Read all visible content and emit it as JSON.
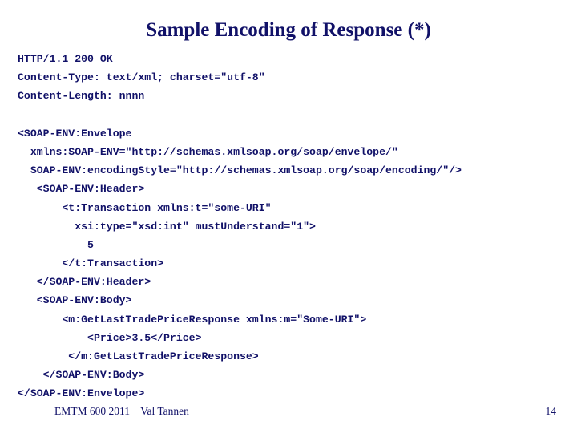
{
  "slide": {
    "title": "Sample Encoding of Response (*)",
    "code_lines": [
      "HTTP/1.1 200 OK",
      "Content-Type: text/xml; charset=\"utf-8\"",
      "Content-Length: nnnn",
      "",
      "<SOAP-ENV:Envelope",
      "  xmlns:SOAP-ENV=\"http://schemas.xmlsoap.org/soap/envelope/\"",
      "  SOAP-ENV:encodingStyle=\"http://schemas.xmlsoap.org/soap/encoding/\"/>",
      "   <SOAP-ENV:Header>",
      "       <t:Transaction xmlns:t=\"some-URI\"",
      "         xsi:type=\"xsd:int\" mustUnderstand=\"1\">",
      "           5",
      "       </t:Transaction>",
      "   </SOAP-ENV:Header>",
      "   <SOAP-ENV:Body>",
      "       <m:GetLastTradePriceResponse xmlns:m=\"Some-URI\">",
      "           <Price>3.5</Price>",
      "        </m:GetLastTradePriceResponse>",
      "    </SOAP-ENV:Body>",
      "</SOAP-ENV:Envelope>"
    ],
    "footer": {
      "left": "EMTM 600 2011    Val Tannen",
      "page_number": "14"
    },
    "colors": {
      "text": "#111168",
      "background": "#ffffff"
    }
  }
}
